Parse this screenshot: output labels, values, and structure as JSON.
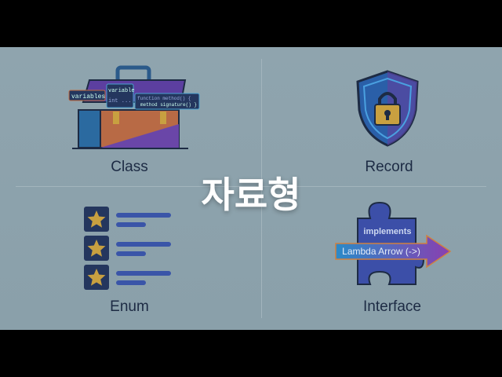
{
  "title": "자료형",
  "quadrants": {
    "class": {
      "label": "Class",
      "code_labels": [
        "variables",
        "variable",
        "int ...",
        "function method() {",
        "method signature() }"
      ],
      "icon": "toolbox-icon"
    },
    "record": {
      "label": "Record",
      "icon": "shield-lock-icon"
    },
    "enum": {
      "label": "Enum",
      "icon": "star-list-icon"
    },
    "interface": {
      "label": "Interface",
      "puzzle_text": "implements",
      "arrow_text": "Lambda Arrow (->)",
      "icon": "puzzle-arrow-icon"
    }
  },
  "colors": {
    "background": "#8ea3ad",
    "text_dark": "#1d2b44",
    "navy": "#24365e",
    "purple": "#6a46a8",
    "orange": "#c06a3f",
    "gold": "#c8a040"
  }
}
